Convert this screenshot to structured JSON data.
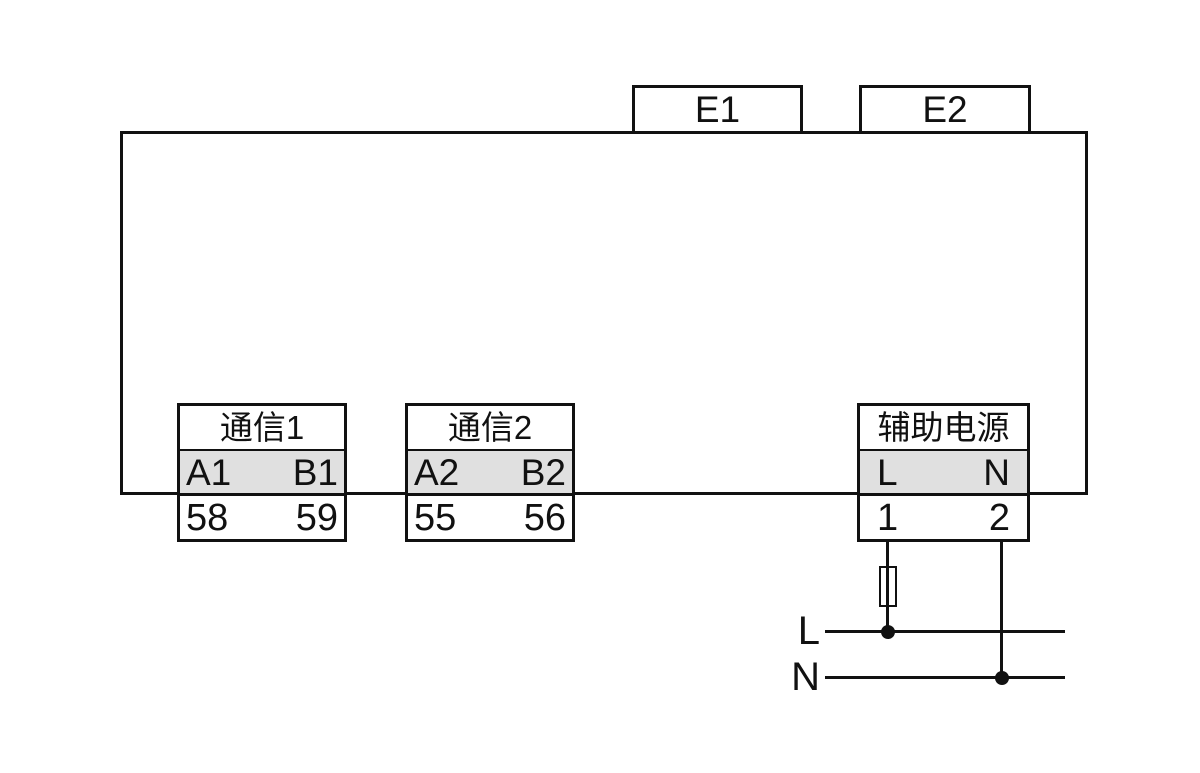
{
  "device": {
    "top_ports": [
      {
        "label": "E1"
      },
      {
        "label": "E2"
      }
    ],
    "terminal_blocks": [
      {
        "title": "通信1",
        "terminals": [
          "A1",
          "B1"
        ],
        "numbers": [
          "58",
          "59"
        ]
      },
      {
        "title": "通信2",
        "terminals": [
          "A2",
          "B2"
        ],
        "numbers": [
          "55",
          "56"
        ]
      },
      {
        "title": "辅助电源",
        "terminals": [
          "L",
          "N"
        ],
        "numbers": [
          "1",
          "2"
        ]
      }
    ]
  },
  "supply": {
    "line_label": "L",
    "neutral_label": "N",
    "fuse_icon": "fuse-symbol"
  },
  "colors": {
    "line": "#111111",
    "terminal_fill": "#e0e0e0",
    "background": "#ffffff"
  }
}
